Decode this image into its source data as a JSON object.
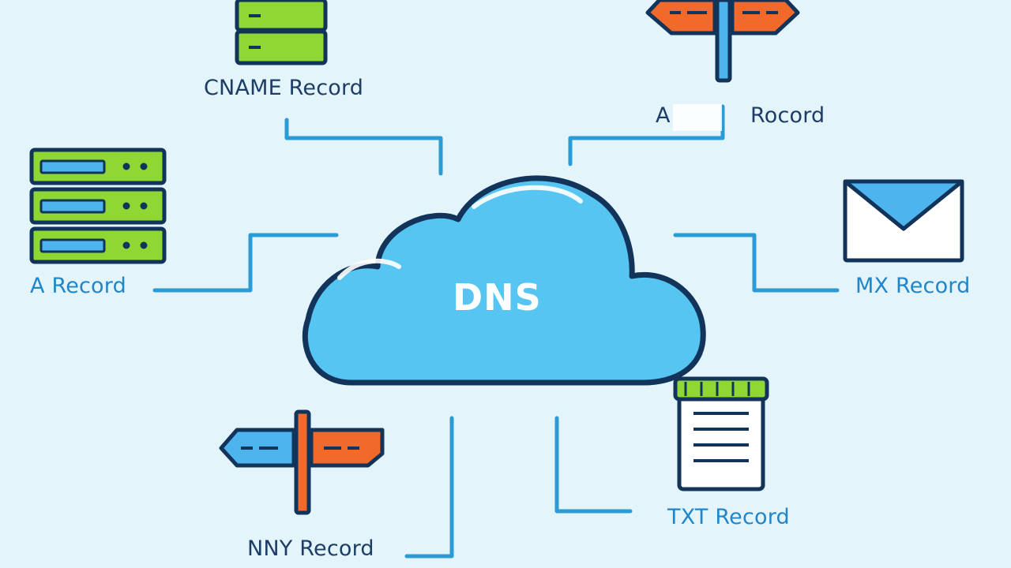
{
  "diagram": {
    "center_label": "DNS",
    "nodes": [
      {
        "id": "cname",
        "label": "CNAME Record",
        "icon": "server-icon"
      },
      {
        "id": "a-top",
        "label_left": "A",
        "label_right": "Rocord",
        "icon": "signpost-icon"
      },
      {
        "id": "a-left",
        "label": "A Record",
        "icon": "server-rack-icon"
      },
      {
        "id": "mx",
        "label": "MX Record",
        "icon": "envelope-icon"
      },
      {
        "id": "txt",
        "label": "TXT Record",
        "icon": "notepad-icon"
      },
      {
        "id": "nny",
        "label": "NNY Record",
        "icon": "signpost-icon"
      }
    ]
  },
  "colors": {
    "background": "#e3f4fb",
    "outline": "#12335a",
    "connector": "#2b9bd6",
    "cloud": "#56c5f2",
    "green": "#8fd833",
    "blue": "#4db4ee",
    "orange": "#f2692c",
    "label_dark": "#1d3d66",
    "label_blue": "#2186c9"
  }
}
